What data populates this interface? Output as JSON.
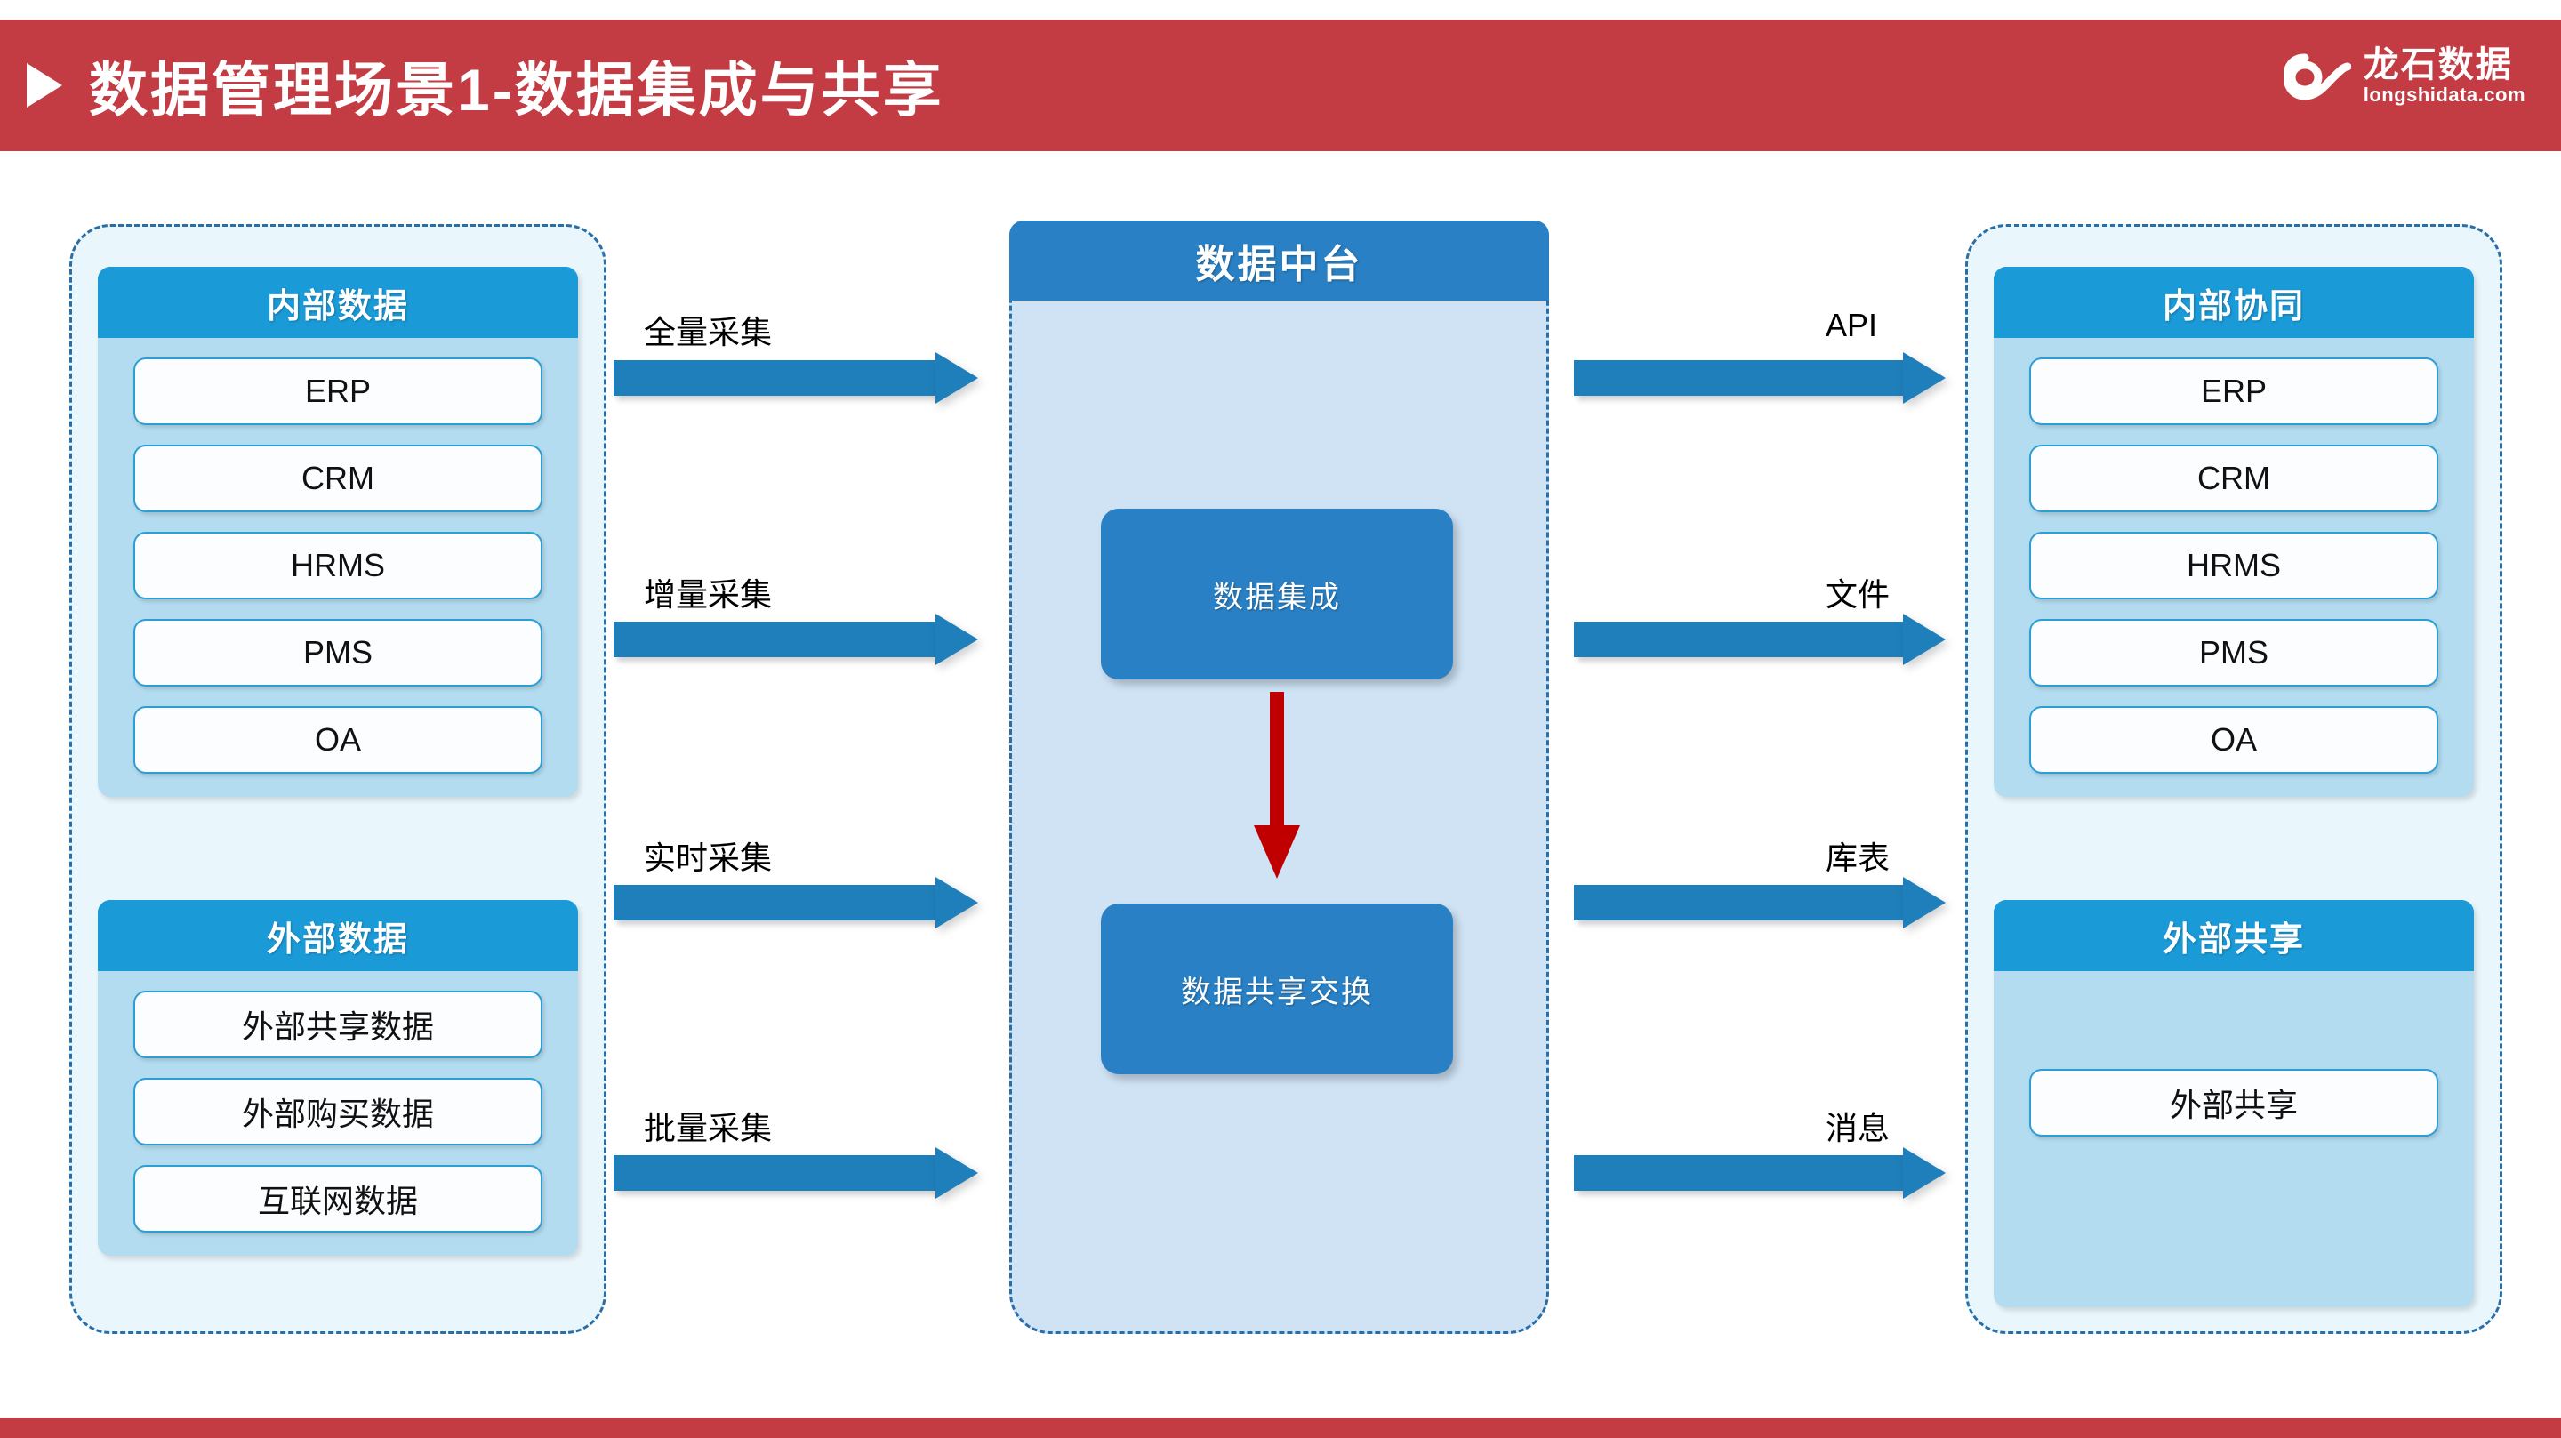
{
  "header": {
    "bullet_icon": "play-triangle-icon",
    "title": "数据管理场景1-数据集成与共享",
    "bar_color": "#c33c43",
    "logo": {
      "mark_icon": "longshi-infinity-logo-icon",
      "name_cn": "龙石数据",
      "name_en": "longshidata.com"
    }
  },
  "colors": {
    "accent_red": "#c33c43",
    "card_header_blue": "#1a9ad7",
    "card_body_blue": "#b4dcf0",
    "process_blue": "#2980c4",
    "arrow_blue": "#1f7fba",
    "hub_panel_blue": "#cfe3f5",
    "panel_bg": "#e9f6fb",
    "dashed_border": "#2a6ea8",
    "red_arrow": "#c00000"
  },
  "sources_panel": {
    "cards": [
      {
        "title": "内部数据",
        "items": [
          "ERP",
          "CRM",
          "HRMS",
          "PMS",
          "OA"
        ]
      },
      {
        "title": "外部数据",
        "items": [
          "外部共享数据",
          "外部购买数据",
          "互联网数据"
        ]
      }
    ]
  },
  "hub_panel": {
    "title": "数据中台",
    "processes": [
      {
        "label": "数据集成"
      },
      {
        "label": "数据共享交换"
      }
    ],
    "flow_arrow_icon": "down-arrow-icon"
  },
  "targets_panel": {
    "cards": [
      {
        "title": "内部协同",
        "items": [
          "ERP",
          "CRM",
          "HRMS",
          "PMS",
          "OA"
        ]
      },
      {
        "title": "外部共享",
        "items": [
          "外部共享"
        ]
      }
    ]
  },
  "ingest_arrows": [
    {
      "label": "全量采集"
    },
    {
      "label": "增量采集"
    },
    {
      "label": "实时采集"
    },
    {
      "label": "批量采集"
    }
  ],
  "output_arrows": [
    {
      "label": "API"
    },
    {
      "label": "文件"
    },
    {
      "label": "库表"
    },
    {
      "label": "消息"
    }
  ]
}
